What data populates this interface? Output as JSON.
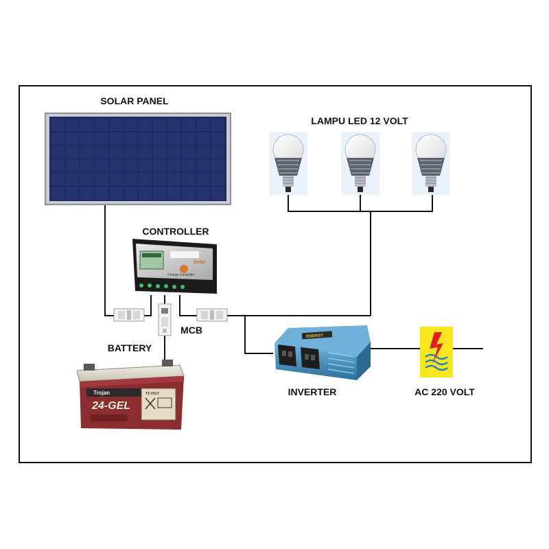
{
  "labels": {
    "solar_panel": "SOLAR PANEL",
    "lamps": "LAMPU LED 12 VOLT",
    "controller": "CONTROLLER",
    "battery": "BATTERY",
    "mcb": "MCB",
    "inverter": "INVERTER",
    "ac": "AC 220 VOLT"
  },
  "battery_brand": "Trojan",
  "battery_model": "24-GEL",
  "battery_side_label": "T3 VOLT",
  "controller_brand": "Solar",
  "controller_model": "Charge Controller",
  "inverter_brand": "ENERGY",
  "colors": {
    "panel_cell": "#27336f",
    "battery_body": "#8c2d30",
    "inverter_body": "#4a95c7",
    "pln_bg": "#f8e71c",
    "pln_bolt": "#e02020"
  },
  "icons": {
    "solar_panel": "solar-panel-icon",
    "bulb": "led-bulb-icon",
    "controller": "charge-controller-icon",
    "breaker": "circuit-breaker-icon",
    "battery": "battery-icon",
    "inverter": "inverter-icon",
    "pln": "pln-electricity-logo-icon"
  }
}
